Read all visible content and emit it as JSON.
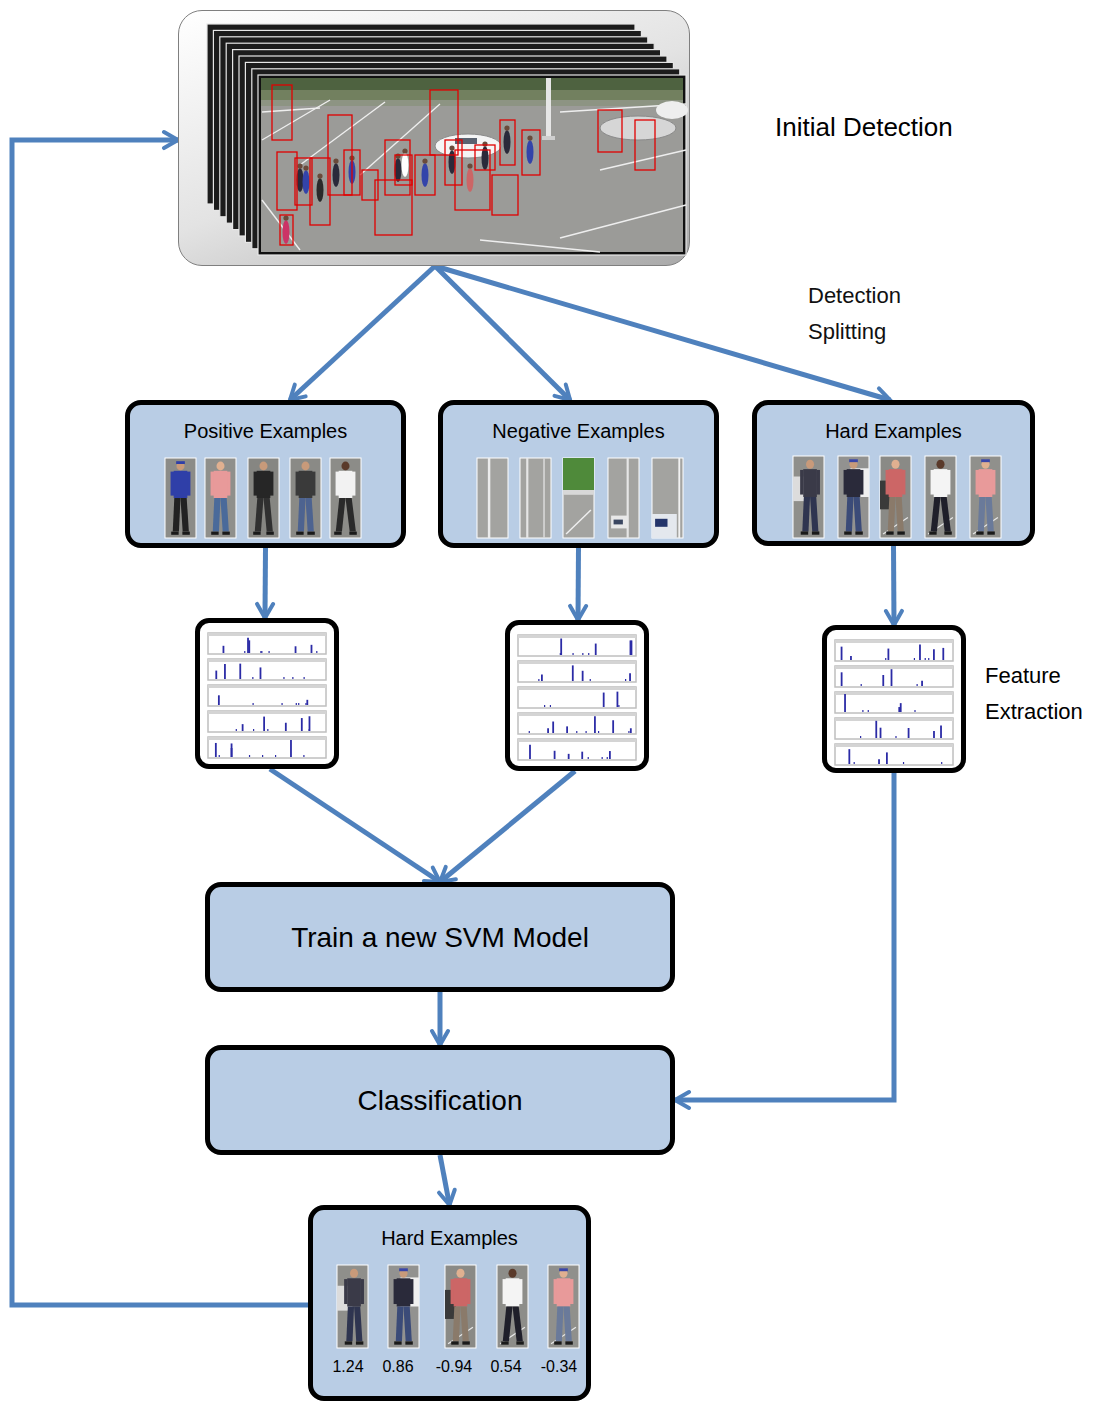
{
  "diagram": {
    "nodes": [
      {
        "text": [
          "Initial Detection"
        ]
      },
      {
        "text": [
          "Positive Examples"
        ]
      },
      {
        "text": [
          "Negative Examples"
        ]
      },
      {
        "text": [
          "Hard Examples"
        ]
      },
      {
        "text": []
      },
      {
        "text": []
      },
      {
        "text": [
          "Feature Extraction"
        ]
      },
      {
        "text": [
          "Train a new SVM Model"
        ]
      },
      {
        "text": [
          "Classification"
        ]
      },
      {
        "text": [
          "Hard Examples",
          "1.24",
          "0.86",
          "-0.94",
          "0.54",
          "-0.34"
        ]
      }
    ],
    "edges": [
      {
        "from": 0,
        "to": 1,
        "arrow": "to"
      },
      {
        "from": 0,
        "to": 2,
        "arrow": "to"
      },
      {
        "from": 0,
        "to": 3,
        "arrow": "to"
      },
      {
        "from": 1,
        "to": 4,
        "arrow": "to"
      },
      {
        "from": 2,
        "to": 5,
        "arrow": "to"
      },
      {
        "from": 3,
        "to": 6,
        "arrow": "to"
      },
      {
        "from": 4,
        "to": 7,
        "arrow": "to"
      },
      {
        "from": 5,
        "to": 7,
        "arrow": "to"
      },
      {
        "from": 7,
        "to": 8,
        "arrow": "to"
      },
      {
        "from": 6,
        "to": 8,
        "arrow": "to"
      },
      {
        "from": 8,
        "to": 9,
        "arrow": "to"
      },
      {
        "from": 9,
        "to": 0,
        "arrow": "to"
      }
    ],
    "labels": [
      "Detection Splitting"
    ]
  }
}
